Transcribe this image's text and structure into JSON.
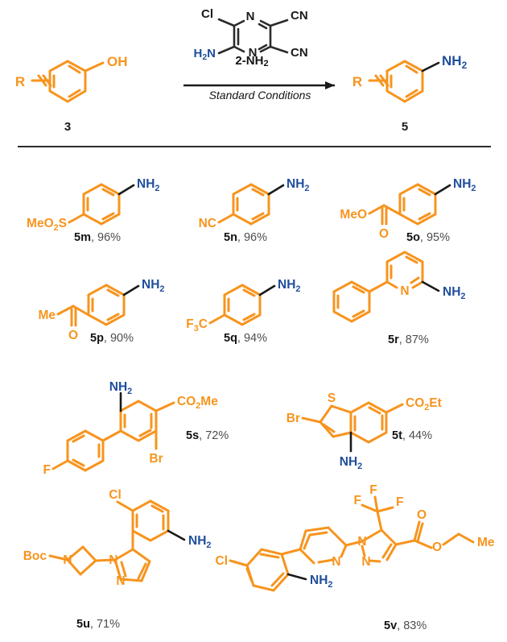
{
  "figure": {
    "type": "reaction-scheme",
    "title": "Amination of phenols with 2-NH2 reagent",
    "colors": {
      "skeleton_orange": "#F7941E",
      "amine_blue": "#1F4E9C",
      "label_black": "#141414",
      "label_gray": "#4d4d4d",
      "divider": "#2b2b2b",
      "background": "#ffffff"
    }
  },
  "reaction": {
    "substrate": {
      "number": "3",
      "ring_label": "R",
      "substituent": "OH"
    },
    "product": {
      "number": "5",
      "ring_label": "R",
      "substituent": "NH",
      "substituent_sub": "2"
    },
    "reagent": {
      "name_main": "2-NH",
      "name_sub": "2",
      "structure_atoms": {
        "chloro": "Cl",
        "amino": "H",
        "amino_sub": "2",
        "amino_tail": "N",
        "ring_n_top": "N",
        "ring_n_bottom": "N",
        "nitrile_top": "CN",
        "nitrile_bottom": "CN"
      }
    },
    "conditions": "Standard Conditions",
    "arrow": "reaction-arrow-right"
  },
  "products": [
    {
      "id": "5m",
      "label_bold": "5m",
      "label_rest": ", 96%",
      "yield": "96%",
      "substituent": "MeO",
      "substituent_sub": "2",
      "substituent_tail": "S",
      "amine": "NH",
      "amine_sub": "2"
    },
    {
      "id": "5n",
      "label_bold": "5n",
      "label_rest": ", 96%",
      "yield": "96%",
      "substituent": "NC",
      "amine": "NH",
      "amine_sub": "2"
    },
    {
      "id": "5o",
      "label_bold": "5o",
      "label_rest": ", 95%",
      "yield": "95%",
      "substituent": "MeO",
      "carbonyl": "O",
      "amine": "NH",
      "amine_sub": "2"
    },
    {
      "id": "5p",
      "label_bold": "5p",
      "label_rest": ", 90%",
      "yield": "90%",
      "substituent": "Me",
      "carbonyl": "O",
      "amine": "NH",
      "amine_sub": "2"
    },
    {
      "id": "5q",
      "label_bold": "5q",
      "label_rest": ", 94%",
      "yield": "94%",
      "substituent": "F",
      "substituent_sub": "3",
      "substituent_tail": "C",
      "amine": "NH",
      "amine_sub": "2"
    },
    {
      "id": "5r",
      "label_bold": "5r",
      "label_rest": ", 87%",
      "yield": "87%",
      "ring_n": "N",
      "amine": "NH",
      "amine_sub": "2"
    },
    {
      "id": "5s",
      "label_bold": "5s",
      "label_rest": ", 72%",
      "yield": "72%",
      "amine": "NH",
      "amine_sub": "2",
      "ester": "CO",
      "ester_sub": "2",
      "ester_tail": "Me",
      "bromo": "Br",
      "fluoro": "F"
    },
    {
      "id": "5t",
      "label_bold": "5t",
      "label_rest": ", 44%",
      "yield": "44%",
      "sulfur": "S",
      "bromo": "Br",
      "ester": "CO",
      "ester_sub": "2",
      "ester_tail": "Et",
      "amine": "NH",
      "amine_sub": "2"
    },
    {
      "id": "5u",
      "label_bold": "5u",
      "label_rest": ", 71%",
      "yield": "71%",
      "chloro": "Cl",
      "amine": "NH",
      "amine_sub": "2",
      "boc": "Boc",
      "azetidine_n": "N",
      "pyrazole_n1": "N",
      "pyrazole_n2": "N"
    },
    {
      "id": "5v",
      "label_bold": "5v",
      "label_rest": ", 83%",
      "yield": "83%",
      "fluoro_a": "F",
      "fluoro_b": "F",
      "fluoro_c": "F",
      "carbonyl": "O",
      "ester_o": "O",
      "ethyl": "Me",
      "pyridine_n": "N",
      "pyrazole_n1": "N",
      "pyrazole_n2": "N",
      "chloro": "Cl",
      "amine": "NH",
      "amine_sub": "2"
    }
  ]
}
